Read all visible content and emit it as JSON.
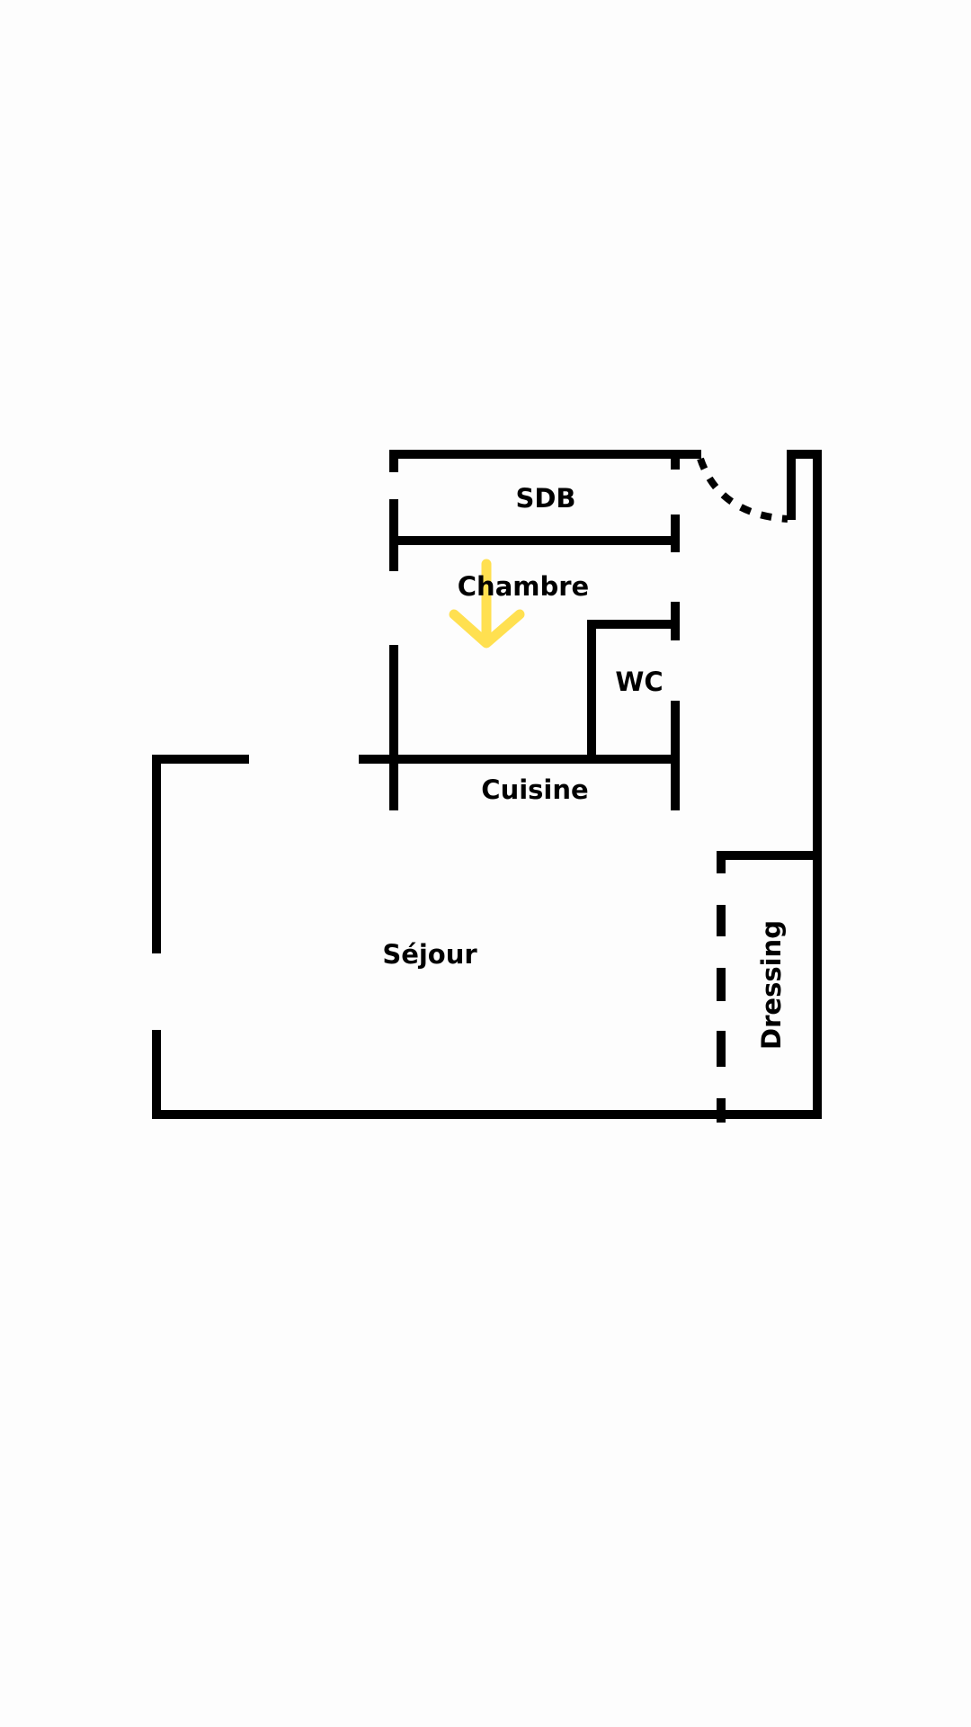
{
  "rooms": {
    "sdb": "SDB",
    "chambre": "Chambre",
    "wc": "WC",
    "cuisine": "Cuisine",
    "sejour": "Séjour",
    "dressing": "Dressing"
  },
  "colors": {
    "wall": "#000000",
    "arrow": "#FFE050",
    "background": "#fdfdfd"
  },
  "icons": {
    "arrow": "arrow-down-icon"
  }
}
